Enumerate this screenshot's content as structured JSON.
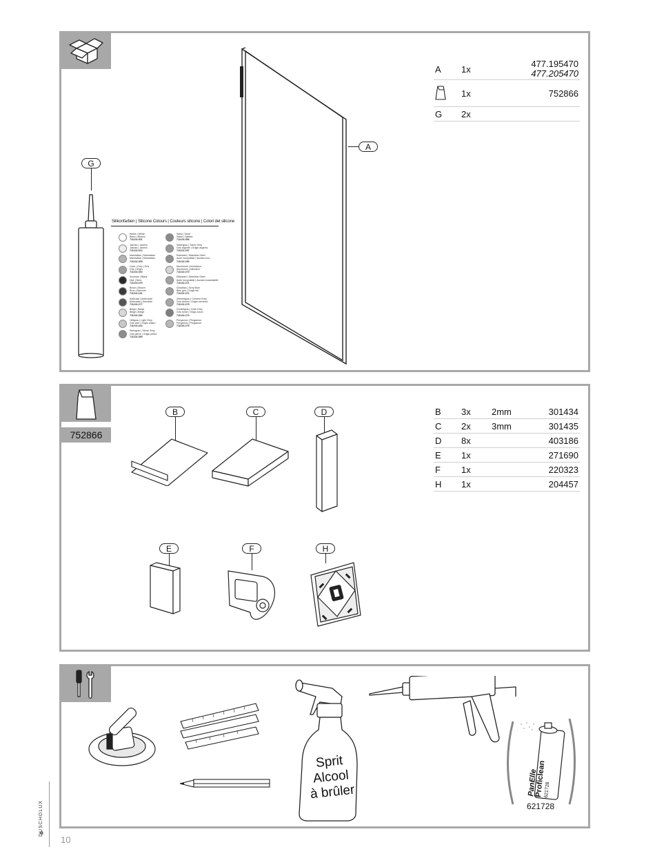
{
  "panel1": {
    "box_icon": "box-icon",
    "parts": [
      {
        "letter": "A",
        "icon": "",
        "qty": "1x",
        "size": "",
        "num": "477.195470",
        "num2": "477.205470"
      },
      {
        "letter": "",
        "icon": "bag-icon",
        "qty": "1x",
        "size": "",
        "num": "752866",
        "num2": ""
      },
      {
        "letter": "G",
        "icon": "",
        "qty": "2x",
        "size": "",
        "num": "",
        "num2": ""
      }
    ],
    "callout_a": "A",
    "callout_g": "G",
    "silicone_title": "Silikonfarben | Silicone Colours | Couleurs silicone | Colori del silicone",
    "silicone_left": [
      {
        "name": "Weiss | White\nBlanc | Bianco",
        "code": "711102.001",
        "color": "#ffffff"
      },
      {
        "name": "Jasmin | Jasmin\nJasmin | Jasmin",
        "code": "711102.012",
        "color": "#eeeeee"
      },
      {
        "name": "Manhattan | Manhattan\nManhattan | Manhattan",
        "code": "711102.305",
        "color": "#b4b4b4"
      },
      {
        "name": "Grau | Grey | Gris\nGris | Grigio",
        "code": "711102.040",
        "color": "#a0a0a0"
      },
      {
        "name": "Schwarz | Black\nNoir | Nero",
        "code": "711102.075",
        "color": "#2a2a2a"
      },
      {
        "name": "Braun | Brown\nBrun | Marrone",
        "code": "711102.181",
        "color": "#3a3a3a"
      },
      {
        "name": "Anthrazit | Anthracite\nAnthracite | Antracite",
        "code": "711102.277",
        "color": "#555555"
      },
      {
        "name": "Beige | Beige\nBeige | Beige",
        "code": "711102.330",
        "color": "#d8d8d8"
      },
      {
        "name": "Hellgrau | Light Grey\nGris clair | Grigio chiaro",
        "code": "711102.242",
        "color": "#c8c8c8"
      },
      {
        "name": "Steingrau | Stone Grey\nGris pierre | Grigio pietra",
        "code": "711102.350",
        "color": "#8c8c8c"
      }
    ],
    "silicone_right": [
      {
        "name": "Sand | Sand\nSable | Sabbia",
        "code": "711102.356",
        "color": "#8a8a8a"
      },
      {
        "name": "Silbergrau | Silver Grey\nGris argenté | Grigio argento",
        "code": "711102.257",
        "color": "#9a9a9a"
      },
      {
        "name": "Edelstahl | Stainless Steel\nAcier inoxydable | Acciaio inox",
        "code": "711102.250",
        "color": "#909090"
      },
      {
        "name": "Aluminium | Aluminium\nAluminium | Alluminio",
        "code": "711102.270",
        "color": "#d5d5d5"
      },
      {
        "name": "Edelstahl | Stainless Steel\nAcier inoxydable | Acciaio inossidabile",
        "code": "711102.271",
        "color": "#a2a2a2"
      },
      {
        "name": "Graublau | Grey Blue\nBleu gris | Grigio blu",
        "code": "711102.272",
        "color": "#9e9e9e"
      },
      {
        "name": "Zementgrau | Cement Grey\nGris ciment | Grigio cemento",
        "code": "711102.279",
        "color": "#a6a6a6"
      },
      {
        "name": "Dunkelgrau | Dark Grey\nGris foncé | Grigio scuro",
        "code": "711102.274",
        "color": "#7e7e7e"
      },
      {
        "name": "Pergamon | Pergamon\nPergamon | Pergamon",
        "code": "711102.275",
        "color": "#b8b8b8"
      }
    ]
  },
  "panel2": {
    "bag_icon": "bag-icon",
    "code": "752866",
    "parts": [
      {
        "letter": "B",
        "qty": "3x",
        "size": "2mm",
        "num": "301434"
      },
      {
        "letter": "C",
        "qty": "2x",
        "size": "3mm",
        "num": "301435"
      },
      {
        "letter": "D",
        "qty": "8x",
        "size": "",
        "num": "403186"
      },
      {
        "letter": "E",
        "qty": "1x",
        "size": "",
        "num": "271690"
      },
      {
        "letter": "F",
        "qty": "1x",
        "size": "",
        "num": "220323"
      },
      {
        "letter": "H",
        "qty": "1x",
        "size": "",
        "num": "204457"
      }
    ],
    "callouts": {
      "b": "B",
      "c": "C",
      "d": "D",
      "e": "E",
      "f": "F",
      "h": "H"
    }
  },
  "panel3": {
    "tools_icon": "tools-icon",
    "bottle_text": [
      "Sprit",
      "Alcool",
      "à brûler"
    ],
    "spray_brand": "PanElle",
    "spray_name": "Proficlean",
    "spray_small": "621728",
    "spray_code": "621728"
  },
  "footer": {
    "brand": "DUSCHOLUX",
    "page_number": "10"
  }
}
